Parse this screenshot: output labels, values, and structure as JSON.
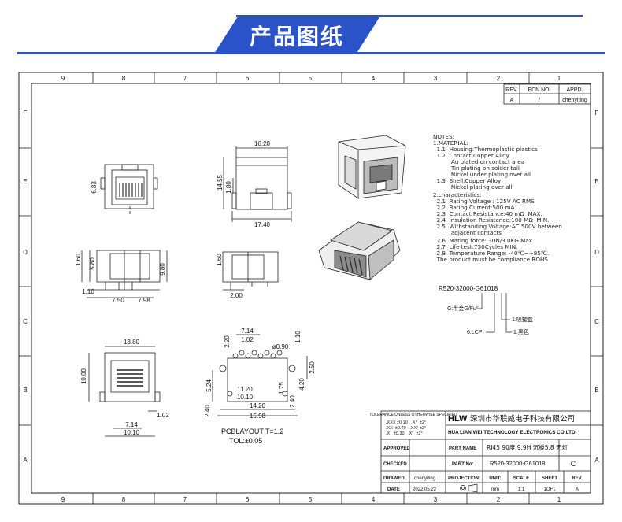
{
  "banner": {
    "title": "产品图纸"
  },
  "frame": {
    "columns": [
      "9",
      "8",
      "7",
      "6",
      "5",
      "4",
      "3",
      "2",
      "1"
    ],
    "rows": [
      "F",
      "E",
      "D",
      "C",
      "B",
      "A"
    ]
  },
  "revision": {
    "headers": [
      "REV.",
      "ECN.NO.",
      "APPD."
    ],
    "row": [
      "A",
      "/",
      "chenyiting"
    ]
  },
  "dims": {
    "front_width": "16.20",
    "front_height": "14.55",
    "front_inner": "1.80",
    "front_base": "17.40",
    "left_height": "6.83",
    "side_160": "1.60",
    "side_580": "5.80",
    "side_980": "9.80",
    "side_110": "1.10",
    "side_750": "7.50",
    "side_798": "7.98",
    "side2_160": "1.60",
    "side2_200": "2.00",
    "bot_1380": "13.80",
    "bot_1000": "10.00",
    "bot_714": "7.14",
    "bot_1010": "10.10",
    "bot_102": "1.02",
    "pcb_714": "7.14",
    "pcb_102": "1.02",
    "pcb_220": "2.20",
    "pcb_110": "1.10",
    "pcb_090": "ø0.90",
    "pcb_1120": "11.20",
    "pcb_1010": "10.10",
    "pcb_1420": "14.20",
    "pcb_1598": "15.98",
    "pcb_524": "5.24",
    "pcb_240": "2.40",
    "pcb_175": "1.75",
    "pcb_420": "4.20",
    "pcb_250": "2.50",
    "pcb_240b": "2.40"
  },
  "pcb_layout": {
    "title": "PCBLAYOUT T=1.2",
    "tol": "TOL:±0.05"
  },
  "notes": [
    "NOTES:",
    "1.MATERIAL:",
    "  1.1  Housing:Thermoplastic plastics",
    "  1.2  Contact:Copper Alloy",
    "          Au plated on contact area",
    "          Tin plating on solder tail",
    "          Nickel under plating over all",
    "  1.3  Shell:Copper Alloy",
    "          Nickel plating over all",
    "2.characteristics:",
    "  2.1  Rating Voltage : 125V AC RMS",
    "  2.2  Rating Current:500 mA",
    "  2.3  Contact Resistance:40 mΩ  MAX.",
    "  2.4  Insulation Resistance:100 MΩ  MIN.",
    "  2.5  Withstanding Voltage:AC 500V between",
    "          adjacent contacts",
    "  2.6  Mating force: 30N/3.0KG Max",
    "  2.7  Life test:750Cycles MIN.",
    "  2.8  Temperature Range: -40℃~+85℃.",
    "  The product must be compliance ROHS"
  ],
  "part_code": {
    "code": "R520-32000-G61018",
    "g_label": "G:半金G/Fu\"",
    "one_label": "1:吸塑盒",
    "six_label": "6:LCP",
    "one2_label": "1:黑色"
  },
  "title_block": {
    "tolerance_title": "TOLERANCE UNLESS OTHERWISE SPECIFIED",
    "tol_rows": [
      ".XXX ±0.10   .X°  ±2°",
      ".XX  ±0.20   .XX° ±2°",
      ".X   ±0.30   .X°  ±2°"
    ],
    "logo": "HLW",
    "company_cn": "深圳市华联威电子科技有限公司",
    "company_en": "HUA LIAN WEI TECHNOLOGY ELECTRONICS CO;LTD.",
    "approved": "APPROVED",
    "checked": "CHECKED",
    "drawed": "DRAWED",
    "drawed_by": "chenyiting",
    "date_label": "DATE",
    "date": "2022.05.22",
    "part_name_label": "PART NAME",
    "part_name": "RJ45 90度 9.9H 沉板5.8 无灯",
    "part_no_label": "PART No:",
    "part_no": "R520-32000-G61018",
    "rev_value": "C",
    "projection": "PROJECTION:",
    "unit_label": "UNIT:",
    "unit": "mm",
    "scale_label": "SCALE",
    "scale": "1:1",
    "sheet_label": "SHEET",
    "sheet": "1OF1",
    "rev_label": "REV.",
    "rev": "A"
  }
}
